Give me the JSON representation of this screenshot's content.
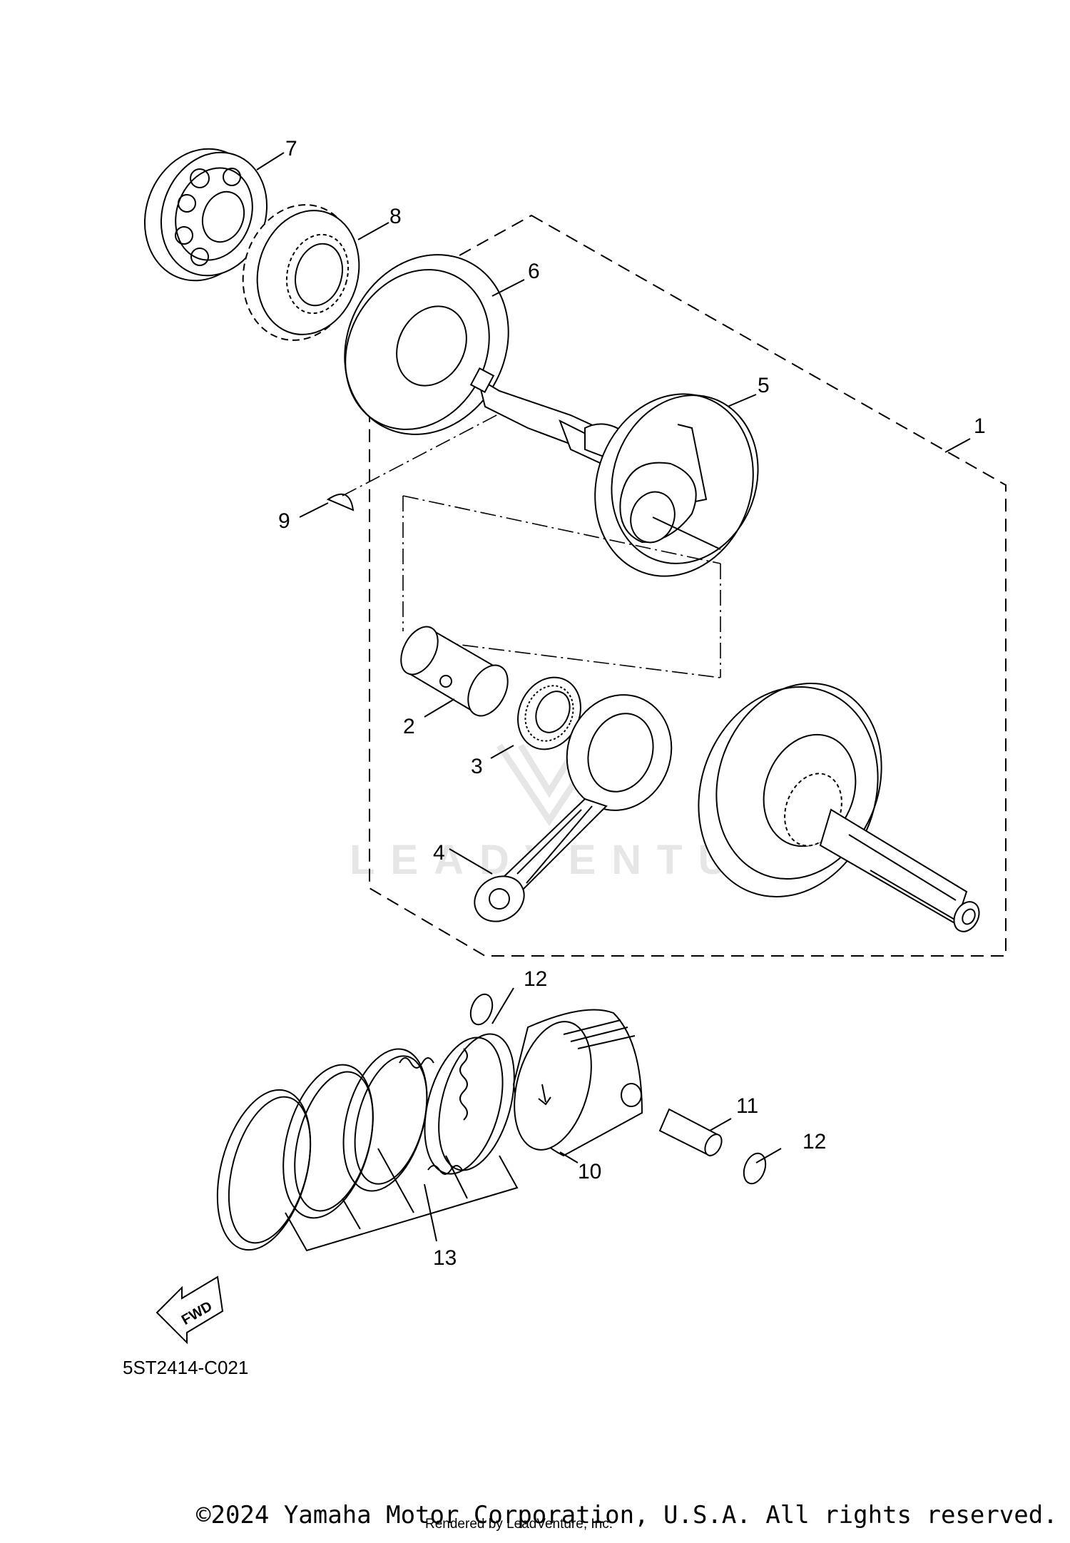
{
  "diagram": {
    "callouts": [
      {
        "label": "1"
      },
      {
        "label": "2"
      },
      {
        "label": "3"
      },
      {
        "label": "4"
      },
      {
        "label": "5"
      },
      {
        "label": "6"
      },
      {
        "label": "7"
      },
      {
        "label": "8"
      },
      {
        "label": "9"
      },
      {
        "label": "10"
      },
      {
        "label": "11"
      },
      {
        "label": "12"
      },
      {
        "label": "12"
      },
      {
        "label": "13"
      }
    ],
    "fwd_label": "FWD",
    "diagram_code": "5ST2414-C021",
    "watermark": "LEADVENTURE"
  },
  "footer": {
    "copyright": "©2024 Yamaha Motor Corporation, U.S.A. All rights reserved.",
    "rendered_by": "Rendered by LeadVenture, Inc."
  }
}
